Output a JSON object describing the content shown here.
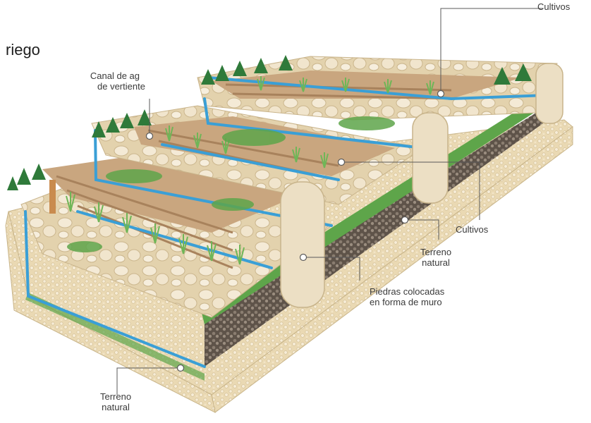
{
  "title_fragment": "riego",
  "labels": {
    "cultivos_top": "Cultivos",
    "canal_line1": "Canal de ag",
    "canal_line2": "de vertiente",
    "cultivos_right": "Cultivos",
    "terreno_right_line1": "Terreno",
    "terreno_right_line2": "natural",
    "piedras_line1": "Piedras colocadas",
    "piedras_line2": "en forma de muro",
    "terreno_bottom_line1": "Terreno",
    "terreno_bottom_line2": "natural"
  },
  "colors": {
    "soil": "#e9d8b2",
    "stone": "#ecdfc4",
    "grass": "#5ea54a",
    "dark_tree": "#2f7a3a",
    "water": "#3a9fd6",
    "furrow": "#b99572",
    "gravel": "#6e6156",
    "leader_line": "#5a5a5a"
  }
}
